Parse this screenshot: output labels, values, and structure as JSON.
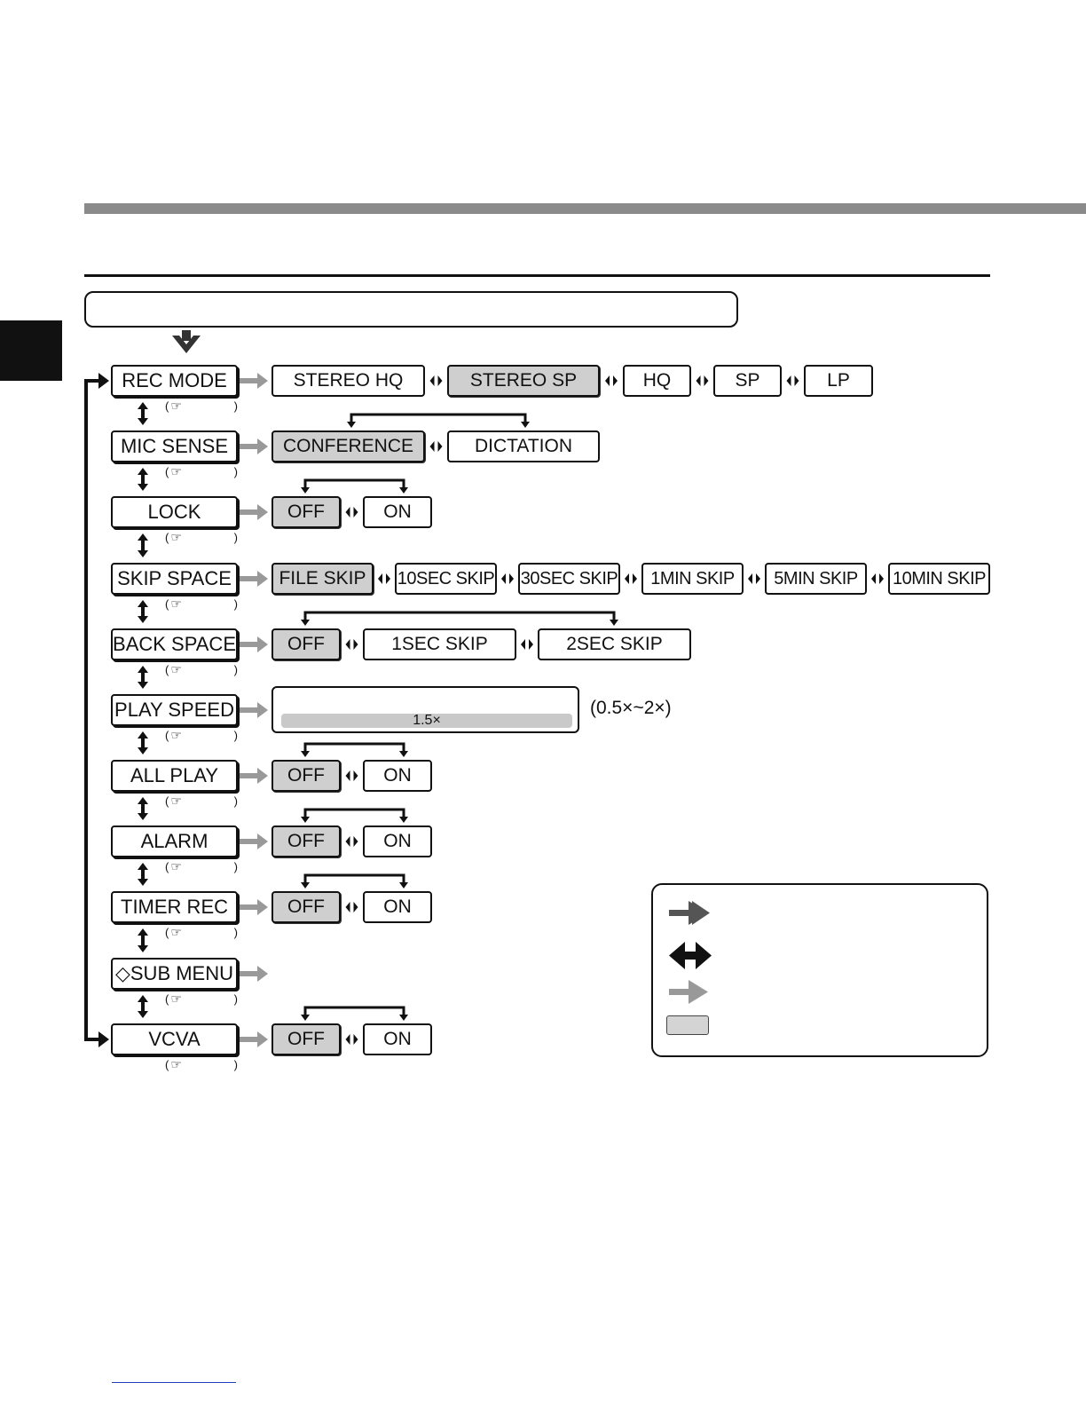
{
  "header": {
    "box_text": ""
  },
  "menu_items": [
    {
      "id": "rec-mode",
      "label": "REC MODE",
      "options": [
        "STEREO HQ",
        "STEREO SP",
        "HQ",
        "SP",
        "LP"
      ],
      "selected": 1
    },
    {
      "id": "mic-sense",
      "label": "MIC SENSE",
      "options": [
        "CONFERENCE",
        "DICTATION"
      ],
      "selected": 0
    },
    {
      "id": "lock",
      "label": "LOCK",
      "options": [
        "OFF",
        "ON"
      ],
      "selected": 0
    },
    {
      "id": "skip-space",
      "label": "SKIP SPACE",
      "options": [
        "FILE SKIP",
        "10SEC SKIP",
        "30SEC SKIP",
        "1MIN SKIP",
        "5MIN SKIP",
        "10MIN SKIP"
      ],
      "selected": 0
    },
    {
      "id": "back-space",
      "label": "BACK SPACE",
      "options": [
        "OFF",
        "1SEC SKIP",
        "2SEC SKIP"
      ],
      "selected": 0
    },
    {
      "id": "play-speed",
      "label": "PLAY SPEED",
      "options": [],
      "selected": null
    },
    {
      "id": "all-play",
      "label": "ALL PLAY",
      "options": [
        "OFF",
        "ON"
      ],
      "selected": 0
    },
    {
      "id": "alarm",
      "label": "ALARM",
      "options": [
        "OFF",
        "ON"
      ],
      "selected": 0
    },
    {
      "id": "timer-rec",
      "label": "TIMER REC",
      "options": [
        "OFF",
        "ON"
      ],
      "selected": 0
    },
    {
      "id": "sub-menu",
      "label": "◇SUB MENU",
      "options": [],
      "selected": null
    },
    {
      "id": "vcva",
      "label": "VCVA",
      "options": [
        "OFF",
        "ON"
      ],
      "selected": 0
    }
  ],
  "reference": {
    "open": "(",
    "icon": "pointing-hand-icon",
    "glyph": "☞",
    "close": ")"
  },
  "play_speed": {
    "value": "1.5×",
    "range": "(0.5×~2×)"
  },
  "legend": {
    "items": [
      "dark-arrow-icon",
      "double-arrow-icon",
      "gray-arrow-icon",
      "selected-swatch"
    ]
  },
  "colors": {
    "selected_fill": "#cfcfcf",
    "gray_arrow": "#999999",
    "dark_arrow": "#555555",
    "bar": "#8a8a8a"
  }
}
